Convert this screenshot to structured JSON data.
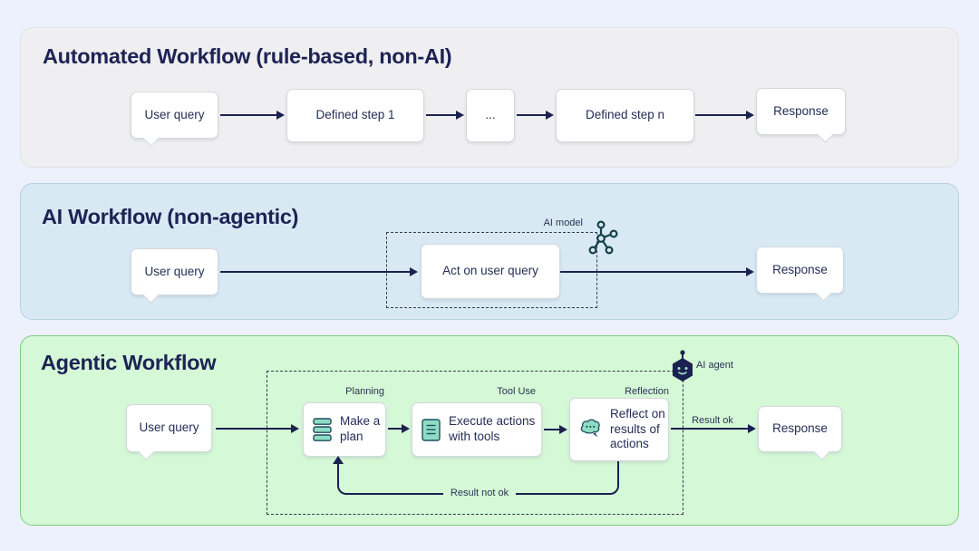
{
  "panels": {
    "automated": {
      "title": "Automated Workflow (rule-based, non-AI)",
      "user_query": "User query",
      "step1": "Defined step 1",
      "ellipsis": "...",
      "stepn": "Defined step n",
      "response": "Response"
    },
    "ai": {
      "title": "AI Workflow (non-agentic)",
      "user_query": "User query",
      "act": "Act on user query",
      "ai_model_label": "AI model",
      "response": "Response"
    },
    "agentic": {
      "title": "Agentic Workflow",
      "user_query": "User query",
      "planning_label": "Planning",
      "tool_use_label": "Tool Use",
      "reflection_label": "Reflection",
      "plan": "Make a plan",
      "execute": "Execute actions with tools",
      "reflect": "Reflect on results of actions",
      "ai_agent_label": "AI agent",
      "result_ok_label": "Result ok",
      "result_not_ok_label": "Result not ok",
      "response": "Response"
    }
  },
  "colors": {
    "page_background": "#edf1fb",
    "arrow_navy": "#1b2150",
    "text_navy": "#252e56",
    "automated_panel_bg": "#efeff1",
    "ai_panel_bg": "#d9e9f4",
    "ai_panel_border": "#b7d1e4",
    "agentic_panel_bg": "#d5f8d7",
    "agentic_panel_border": "#7ecc84",
    "icon_teal_fill": "#8fdcc4",
    "icon_teal_stroke": "#1d4f5e"
  }
}
